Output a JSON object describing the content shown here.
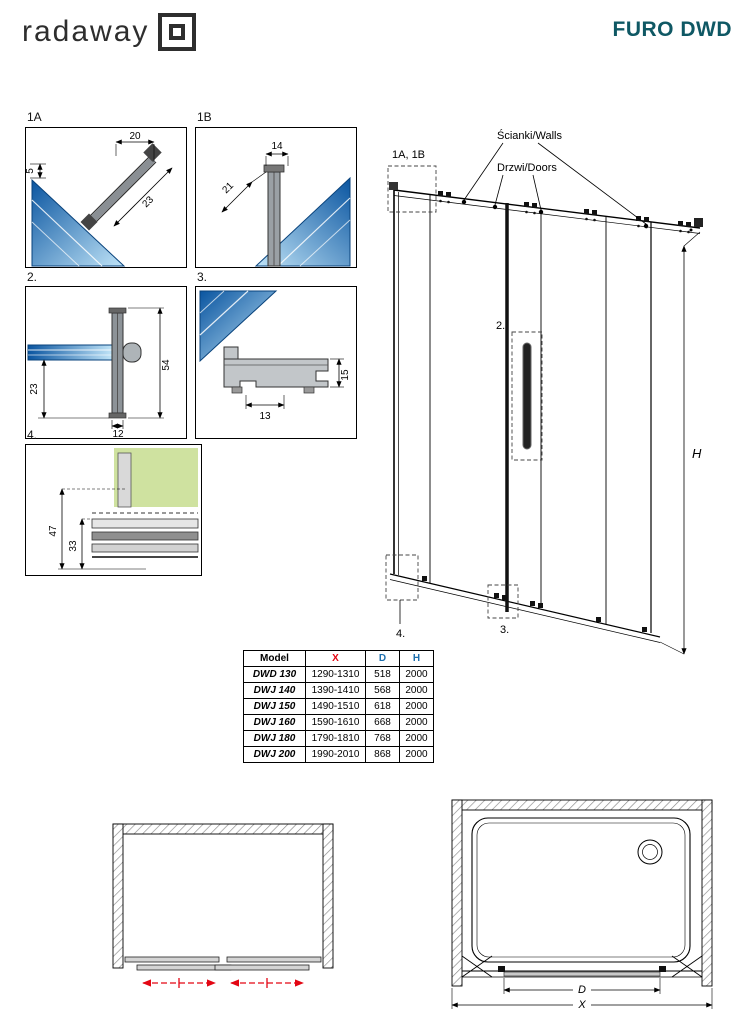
{
  "header": {
    "logo_text": "radaway",
    "title": "FURO DWD"
  },
  "details": {
    "d1a": {
      "label": "1A",
      "dim_top": "20",
      "dim_left": "5",
      "dim_diag": "23"
    },
    "d1b": {
      "label": "1B",
      "dim_top": "14",
      "dim_diag": "21"
    },
    "d2": {
      "label": "2.",
      "dim_height": "54",
      "dim_left": "23",
      "dim_bottom": "12"
    },
    "d3": {
      "label": "3.",
      "dim_right": "15",
      "dim_bottom": "13"
    },
    "d4": {
      "label": "4.",
      "dim_outer": "47",
      "dim_inner": "33"
    }
  },
  "elevation": {
    "detail_ref": "1A, 1B",
    "walls_label": "Ścianki/Walls",
    "doors_label": "Drzwi/Doors",
    "handle_ref": "2.",
    "bottom_ref": "3.",
    "corner_ref": "4.",
    "height_dim": "H"
  },
  "table": {
    "headers": {
      "model": "Model",
      "x": "X",
      "d": "D",
      "h": "H"
    },
    "rows": [
      {
        "model": "DWD 130",
        "x": "1290-1310",
        "d": "518",
        "h": "2000"
      },
      {
        "model": "DWJ 140",
        "x": "1390-1410",
        "d": "568",
        "h": "2000"
      },
      {
        "model": "DWJ 150",
        "x": "1490-1510",
        "d": "618",
        "h": "2000"
      },
      {
        "model": "DWJ 160",
        "x": "1590-1610",
        "d": "668",
        "h": "2000"
      },
      {
        "model": "DWJ 180",
        "x": "1790-1810",
        "d": "768",
        "h": "2000"
      },
      {
        "model": "DWJ 200",
        "x": "1990-2010",
        "d": "868",
        "h": "2000"
      }
    ]
  },
  "plan_right": {
    "dim_d": "D",
    "dim_x": "X"
  },
  "colors": {
    "accent_teal": "#0f5864",
    "dim_red": "#e30613",
    "glass_dark": "#0a55a0",
    "glass_light": "#bfe3f7",
    "green": "#cfe2a0",
    "table_dim_blue": "#1d6fae"
  }
}
